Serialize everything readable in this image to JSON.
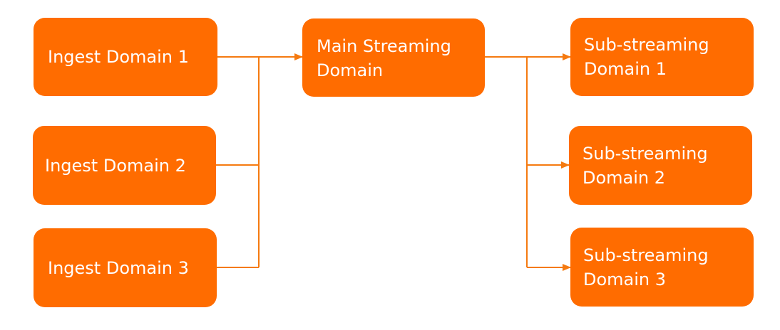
{
  "colors": {
    "node_fill": "#ff6c00",
    "connector": "#f57a10",
    "text": "#ffffff",
    "background": "#ffffff"
  },
  "nodes": {
    "ingest_1": "Ingest Domain 1",
    "ingest_2": "Ingest Domain 2",
    "ingest_3": "Ingest Domain 3",
    "main": "Main Streaming\nDomain",
    "sub_1": "Sub-streaming\nDomain 1",
    "sub_2": "Sub-streaming\nDomain 2",
    "sub_3": "Sub-streaming\nDomain 3"
  },
  "edges": [
    {
      "from": "ingest_1",
      "to": "main"
    },
    {
      "from": "ingest_2",
      "to": "main"
    },
    {
      "from": "ingest_3",
      "to": "main"
    },
    {
      "from": "main",
      "to": "sub_1"
    },
    {
      "from": "main",
      "to": "sub_2"
    },
    {
      "from": "main",
      "to": "sub_3"
    }
  ]
}
